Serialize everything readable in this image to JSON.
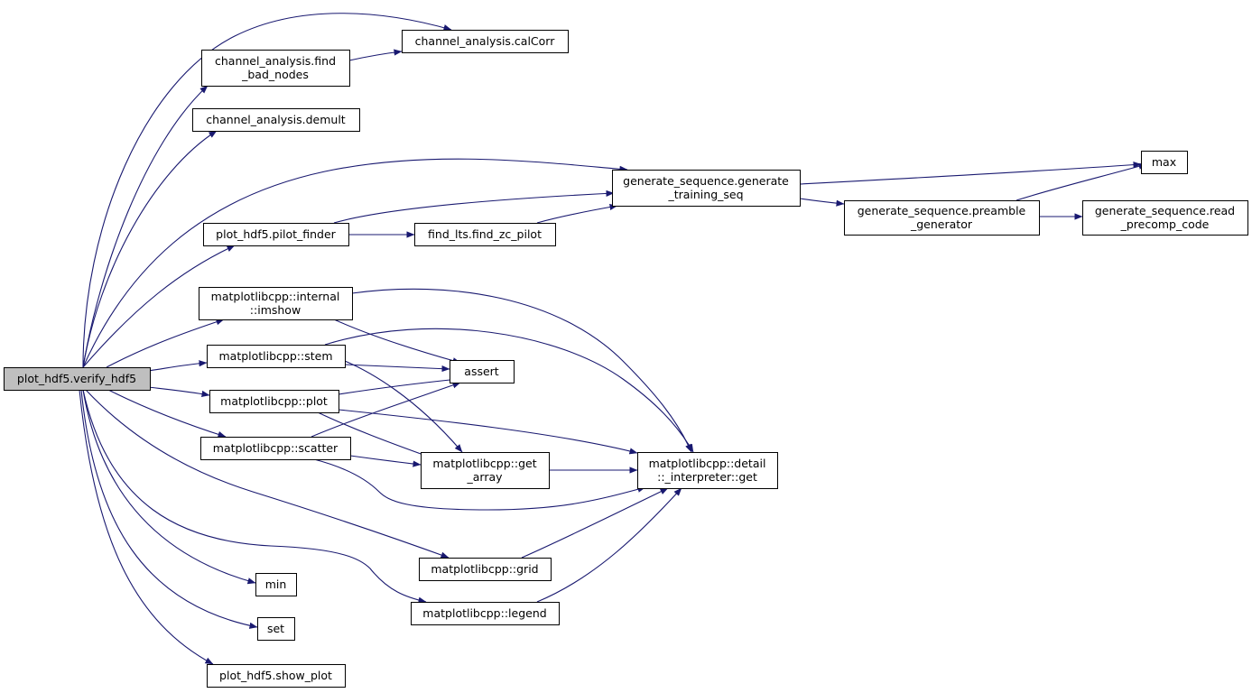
{
  "nodes": {
    "root": {
      "lines": [
        "plot_hdf5.verify_hdf5"
      ],
      "fill": "#bfbfbf"
    },
    "calCorr": {
      "lines": [
        "channel_analysis.calCorr"
      ]
    },
    "find_bad_nodes": {
      "lines": [
        "channel_analysis.find",
        "_bad_nodes"
      ]
    },
    "demult": {
      "lines": [
        "channel_analysis.demult"
      ]
    },
    "gen_training": {
      "lines": [
        "generate_sequence.generate",
        "_training_seq"
      ]
    },
    "max": {
      "lines": [
        "max"
      ]
    },
    "preamble": {
      "lines": [
        "generate_sequence.preamble",
        "_generator"
      ]
    },
    "read_precomp": {
      "lines": [
        "generate_sequence.read",
        "_precomp_code"
      ]
    },
    "pilot_finder": {
      "lines": [
        "plot_hdf5.pilot_finder"
      ]
    },
    "find_zc": {
      "lines": [
        "find_lts.find_zc_pilot"
      ]
    },
    "imshow": {
      "lines": [
        "matplotlibcpp::internal",
        "::imshow"
      ]
    },
    "stem": {
      "lines": [
        "matplotlibcpp::stem"
      ]
    },
    "assert": {
      "lines": [
        "assert"
      ]
    },
    "plot": {
      "lines": [
        "matplotlibcpp::plot"
      ]
    },
    "scatter": {
      "lines": [
        "matplotlibcpp::scatter"
      ]
    },
    "get_array": {
      "lines": [
        "matplotlibcpp::get",
        "_array"
      ]
    },
    "interp_get": {
      "lines": [
        "matplotlibcpp::detail",
        "::_interpreter::get"
      ]
    },
    "grid": {
      "lines": [
        "matplotlibcpp::grid"
      ]
    },
    "min": {
      "lines": [
        "min"
      ]
    },
    "legend": {
      "lines": [
        "matplotlibcpp::legend"
      ]
    },
    "set": {
      "lines": [
        "set"
      ]
    },
    "show_plot": {
      "lines": [
        "plot_hdf5.show_plot"
      ]
    }
  },
  "edges": [
    [
      "root",
      "calCorr"
    ],
    [
      "root",
      "find_bad_nodes"
    ],
    [
      "root",
      "demult"
    ],
    [
      "root",
      "gen_training"
    ],
    [
      "root",
      "pilot_finder"
    ],
    [
      "root",
      "imshow"
    ],
    [
      "root",
      "stem"
    ],
    [
      "root",
      "plot"
    ],
    [
      "root",
      "scatter"
    ],
    [
      "root",
      "grid"
    ],
    [
      "root",
      "min"
    ],
    [
      "root",
      "legend"
    ],
    [
      "root",
      "set"
    ],
    [
      "root",
      "show_plot"
    ],
    [
      "find_bad_nodes",
      "calCorr"
    ],
    [
      "gen_training",
      "max"
    ],
    [
      "gen_training",
      "preamble"
    ],
    [
      "preamble",
      "max"
    ],
    [
      "preamble",
      "read_precomp"
    ],
    [
      "pilot_finder",
      "gen_training"
    ],
    [
      "pilot_finder",
      "find_zc"
    ],
    [
      "find_zc",
      "gen_training"
    ],
    [
      "imshow",
      "assert"
    ],
    [
      "imshow",
      "interp_get"
    ],
    [
      "stem",
      "assert"
    ],
    [
      "stem",
      "get_array"
    ],
    [
      "stem",
      "interp_get"
    ],
    [
      "plot",
      "assert"
    ],
    [
      "plot",
      "get_array"
    ],
    [
      "plot",
      "interp_get"
    ],
    [
      "scatter",
      "assert"
    ],
    [
      "scatter",
      "get_array"
    ],
    [
      "scatter",
      "interp_get"
    ],
    [
      "get_array",
      "interp_get"
    ],
    [
      "grid",
      "interp_get"
    ],
    [
      "legend",
      "interp_get"
    ]
  ]
}
